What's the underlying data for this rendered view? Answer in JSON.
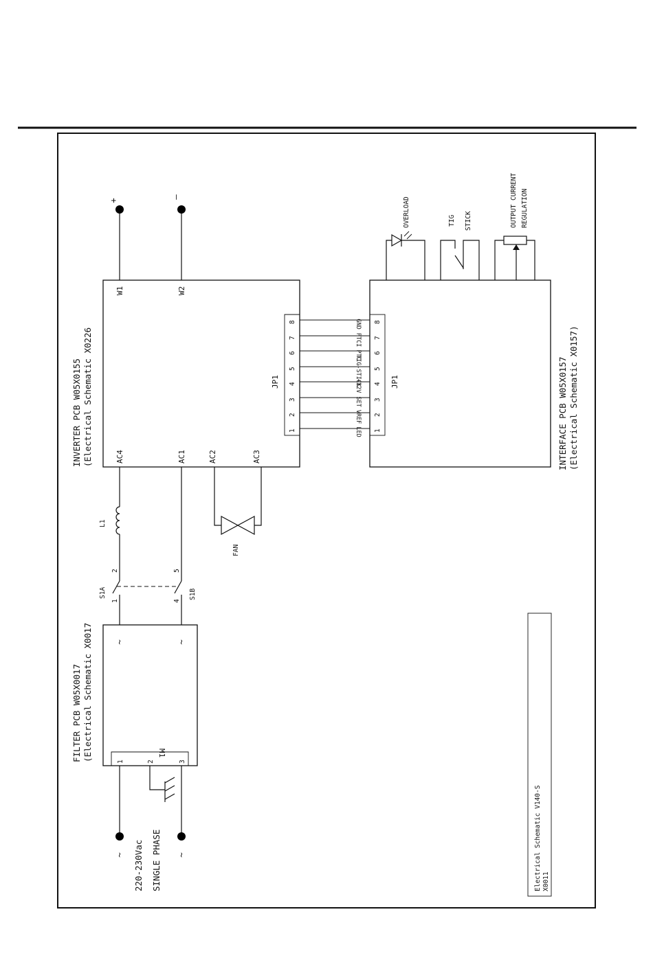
{
  "colors": {
    "ink": "#111111",
    "paper": "#ffffff"
  },
  "inverter": {
    "title": "INVERTER PCB W05X0155",
    "subtitle": "(Electrical Schematic X0226",
    "terminals": {
      "w1": "W1",
      "w2": "W2",
      "ac4": "AC4",
      "ac1": "AC1",
      "ac2": "AC2",
      "ac3": "AC3"
    },
    "connector": "JP1"
  },
  "interface": {
    "title": "INTERFACE PCB W05X0157",
    "subtitle": "(Electrical Schematic X0157)",
    "connector": "JP1"
  },
  "filter": {
    "title": "FILTER PCB W05X0017",
    "subtitle": "(Electrical Schematic X0017",
    "connector": "M1",
    "pins": [
      "1",
      "2",
      "3"
    ],
    "tilde_symbol": "~"
  },
  "jp1_pins": [
    "1",
    "2",
    "3",
    "4",
    "5",
    "6",
    "7",
    "8"
  ],
  "signals": [
    "LED",
    "VREF",
    "SET",
    "+12V",
    "TIG-STICK",
    "PTC",
    "PTCI",
    "GND"
  ],
  "output": {
    "plus": "+",
    "minus": "—"
  },
  "input": {
    "voltage": "220-230Vac",
    "phase": "SINGLE PHASE",
    "tilde": "~"
  },
  "switch": {
    "s1a": "S1A",
    "s1b": "S1B",
    "pin1": "1",
    "pin2": "2",
    "pin4": "4",
    "pin5": "5"
  },
  "inductor": "L1",
  "fan": "FAN",
  "controls": {
    "overload": "OVERLOAD",
    "tig": "TIG",
    "stick": "STICK",
    "regulation_line1": "OUTPUT CURRENT",
    "regulation_line2": "REGULATION"
  },
  "title_block": {
    "line1": "Electrical Schematic V140-S",
    "line2": "X0011"
  }
}
